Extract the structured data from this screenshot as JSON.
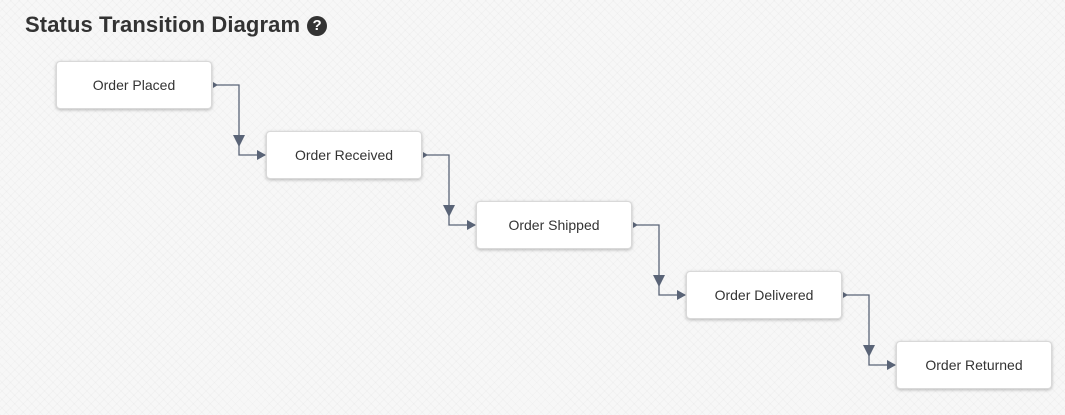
{
  "header": {
    "title": "Status Transition Diagram",
    "help_icon": "question-circle-icon",
    "help_glyph": "?"
  },
  "diagram": {
    "connector_color": "#5a6477",
    "nodes": [
      {
        "label": "Order Placed"
      },
      {
        "label": "Order Received"
      },
      {
        "label": "Order Shipped"
      },
      {
        "label": "Order Delivered"
      },
      {
        "label": "Order Returned"
      }
    ],
    "transitions": [
      {
        "from": "Order Placed",
        "to": "Order Received"
      },
      {
        "from": "Order Received",
        "to": "Order Shipped"
      },
      {
        "from": "Order Shipped",
        "to": "Order Delivered"
      },
      {
        "from": "Order Delivered",
        "to": "Order Returned"
      }
    ]
  }
}
